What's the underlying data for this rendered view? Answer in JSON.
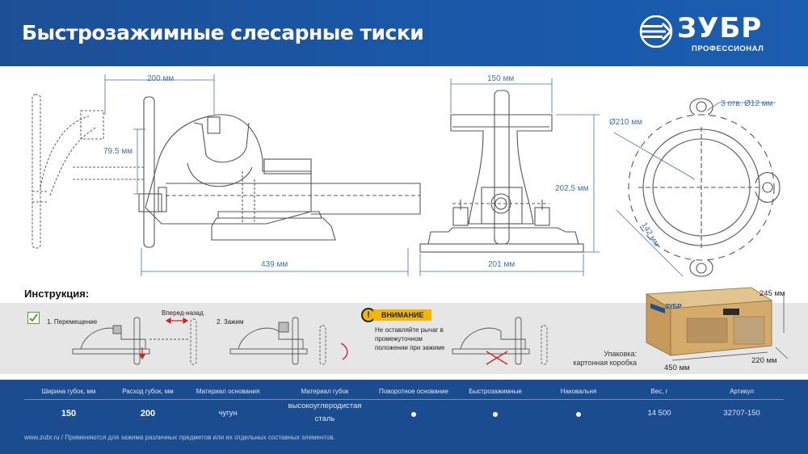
{
  "header": {
    "title": "Быстрозажимные слесарные тиски"
  },
  "logo": {
    "brand": "ЗУБР",
    "subtitle": "ПРОФЕССИОНАЛ"
  },
  "dimensions": {
    "jaw_top": "200 мм",
    "jaw_height": "79.5 мм",
    "length": "439 мм",
    "front_width": "150 мм",
    "height": "202.5 мм",
    "base": "201 мм",
    "holes": "3 отв. Ø12 мм",
    "circle": "Ø210 мм",
    "diag": "142 мм"
  },
  "instructions": {
    "title": "Инструкция:",
    "step1": "1. Перемещение",
    "direction": "Вперед-назад",
    "step2": "2. Зажим",
    "warning_title": "ВНИМАНИЕ",
    "warning_body": "Не оставляйте рычаг в промежуточном положении при зажиме"
  },
  "package": {
    "label": "Упаковка: картонная коробка",
    "height": "245 мм",
    "depth": "220 мм",
    "width": "450 мм"
  },
  "table": {
    "headers": [
      "Ширина губок, мм",
      "Расход губок, мм",
      "Материал основания",
      "Материал губок",
      "Поворотное основание",
      "Быстрозажимные",
      "Наковальня",
      "Вес, г",
      "Артикул"
    ],
    "values": {
      "jaw_width": "150",
      "jaw_opening": "200",
      "base_material": "чугун",
      "jaw_material_1": "высокоуглеродистая",
      "jaw_material_2": "сталь",
      "weight": "14 500",
      "article": "32707-150"
    }
  },
  "footer": "www.zubr.ru   /   Применяются для зажима различных предметов или их отдельных составных элементов.",
  "colors": {
    "header": "#1d4f95",
    "dimension": "#3f72b3",
    "warning": "#f2b800",
    "table": "#1b4c8f"
  }
}
